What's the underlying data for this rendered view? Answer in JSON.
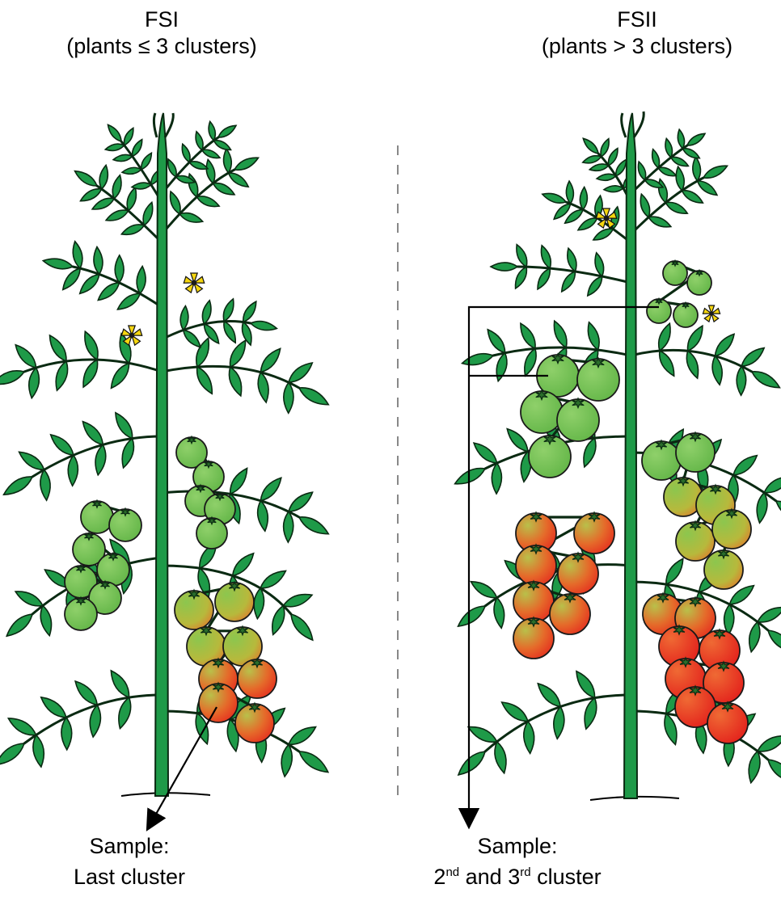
{
  "left_plant": {
    "title": "FSI",
    "subtitle": "(plants ≤ 3 clusters)",
    "sample_label": "Sample:",
    "sample_text": "Last cluster"
  },
  "right_plant": {
    "title": "FSII",
    "subtitle": "(plants > 3 clusters)",
    "sample_label": "Sample:",
    "sample_ord_1": "2",
    "sample_sup_1": "nd",
    "sample_and": " and ",
    "sample_ord_2": "3",
    "sample_sup_2": "rd",
    "sample_rest": " cluster"
  },
  "colors": {
    "leaf": "#1e9a48",
    "leaf_outline": "#0a2a12",
    "fruit_green": "#7cc352",
    "fruit_orange": "#d9872e",
    "fruit_red": "#e63322",
    "flower": "#f5d60f",
    "divider": "#888888"
  }
}
